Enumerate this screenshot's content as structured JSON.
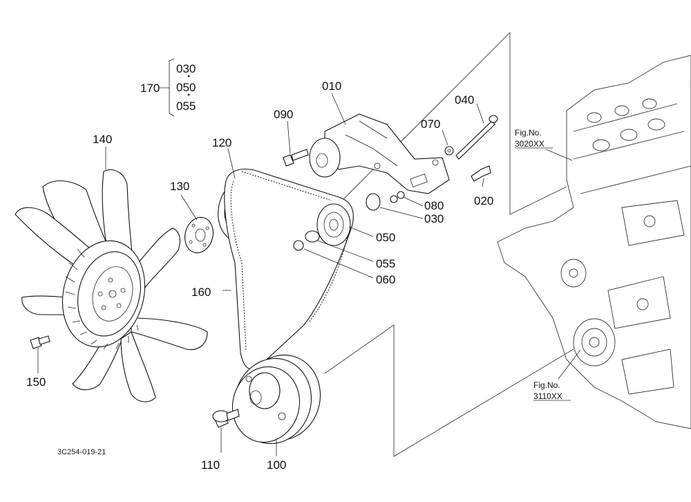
{
  "diagram": {
    "drawing_code": "3C254-019-21",
    "parts": {
      "p010": "010",
      "p020": "020",
      "p030": "030",
      "p040": "040",
      "p050": "050",
      "p055": "055",
      "p060": "060",
      "p070": "070",
      "p080": "080",
      "p090": "090",
      "p100": "100",
      "p110": "110",
      "p120": "120",
      "p130": "130",
      "p140": "140",
      "p150": "150",
      "p160": "160",
      "p170": "170"
    },
    "group_170": {
      "a": "030",
      "b": "050",
      "c": "055"
    },
    "refs": {
      "fig1_title": "Fig.No.",
      "fig1_code": "3020XX",
      "fig2_title": "Fig.No.",
      "fig2_code": "3110XX"
    }
  }
}
